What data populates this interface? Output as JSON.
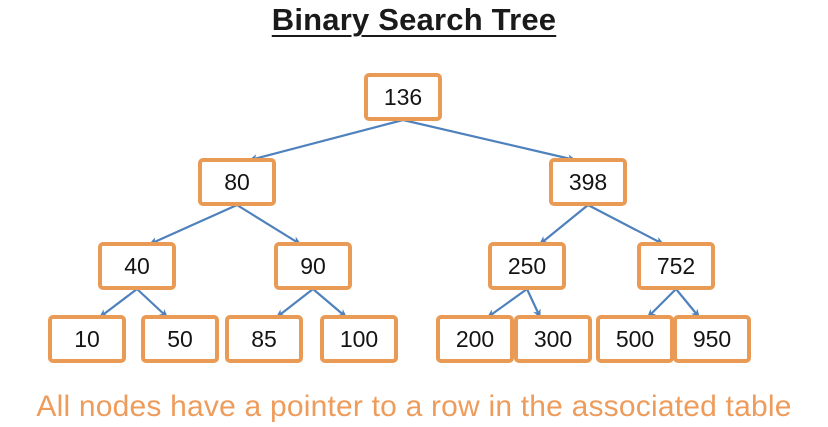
{
  "title": "Binary Search Tree",
  "caption": "All nodes have a pointer to a row in the associated table",
  "colors": {
    "node_border": "#E99B55",
    "arrow": "#4F81BD",
    "caption_text": "#EE9C5C",
    "node_text": "#141414",
    "title_text": "#1A1A1A"
  },
  "tree": {
    "type": "binary-search-tree",
    "nodes": [
      {
        "id": "136",
        "label": "136",
        "parent": null
      },
      {
        "id": "80",
        "label": "80",
        "parent": "136"
      },
      {
        "id": "398",
        "label": "398",
        "parent": "136"
      },
      {
        "id": "40",
        "label": "40",
        "parent": "80"
      },
      {
        "id": "90",
        "label": "90",
        "parent": "80"
      },
      {
        "id": "250",
        "label": "250",
        "parent": "398"
      },
      {
        "id": "752",
        "label": "752",
        "parent": "398"
      },
      {
        "id": "10",
        "label": "10",
        "parent": "40"
      },
      {
        "id": "50",
        "label": "50",
        "parent": "40"
      },
      {
        "id": "85",
        "label": "85",
        "parent": "90"
      },
      {
        "id": "100",
        "label": "100",
        "parent": "90"
      },
      {
        "id": "200",
        "label": "200",
        "parent": "250"
      },
      {
        "id": "300",
        "label": "300",
        "parent": "250"
      },
      {
        "id": "500",
        "label": "500",
        "parent": "752"
      },
      {
        "id": "950",
        "label": "950",
        "parent": "752"
      }
    ]
  }
}
